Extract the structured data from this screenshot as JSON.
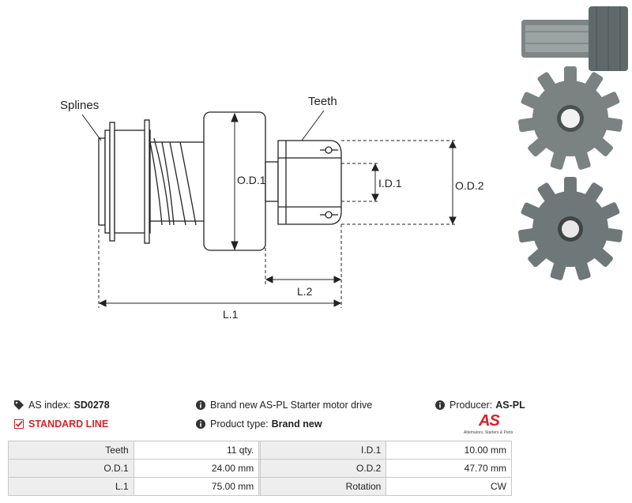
{
  "callouts": {
    "splines": "Splines",
    "teeth": "Teeth"
  },
  "dimensions": {
    "od1": "O.D.1",
    "id1": "I.D.1",
    "od2": "O.D.2",
    "l1": "L.1",
    "l2": "L.2"
  },
  "info": {
    "as_index_label": "AS index:",
    "as_index_value": "SD0278",
    "standard_line": "STANDARD LINE",
    "description": "Brand new AS-PL Starter motor drive",
    "product_type_label": "Product type:",
    "product_type_value": "Brand new",
    "producer_label": "Producer:",
    "producer_value": "AS-PL"
  },
  "logo": {
    "mark": "AS",
    "tagline": "Alternators, Starters & Parts"
  },
  "specs": [
    {
      "label1": "Teeth",
      "value1": "11 qty.",
      "label2": "I.D.1",
      "value2": "10.00 mm"
    },
    {
      "label1": "O.D.1",
      "value1": "24.00 mm",
      "label2": "O.D.2",
      "value2": "47.70 mm"
    },
    {
      "label1": "L.1",
      "value1": "75.00 mm",
      "label2": "Rotation",
      "value2": "CW"
    }
  ],
  "colors": {
    "accent": "#d8232a",
    "gear_metal": "#707a7a",
    "table_label_bg": "#eeeeee"
  }
}
